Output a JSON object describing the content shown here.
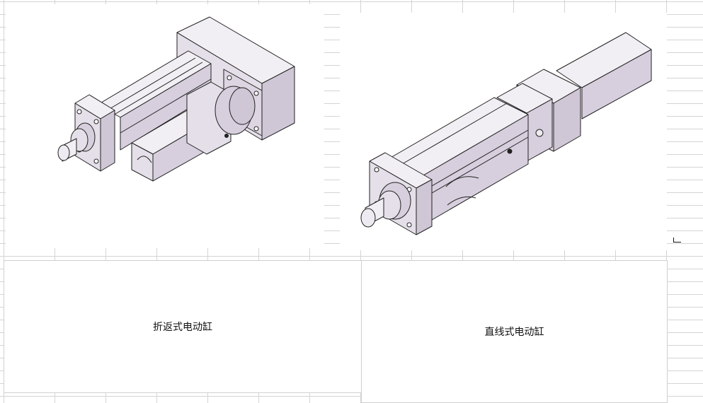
{
  "sheet": {
    "grid_color": "#d4d4d4",
    "background": "#ffffff"
  },
  "pictures": [
    {
      "name": "folded-electric-cylinder-drawing",
      "icon": "folded-electric-cylinder-drawing-icon",
      "body_color": "#e4dfe8",
      "shade_color": "#cfc6d6",
      "line_color": "#222222"
    },
    {
      "name": "inline-electric-cylinder-drawing",
      "icon": "inline-electric-cylinder-drawing-icon",
      "body_color": "#e4dfe8",
      "shade_color": "#cfc6d6",
      "line_color": "#222222"
    }
  ],
  "captions": {
    "left": "折返式电动缸",
    "right": "直线式电动缸"
  }
}
